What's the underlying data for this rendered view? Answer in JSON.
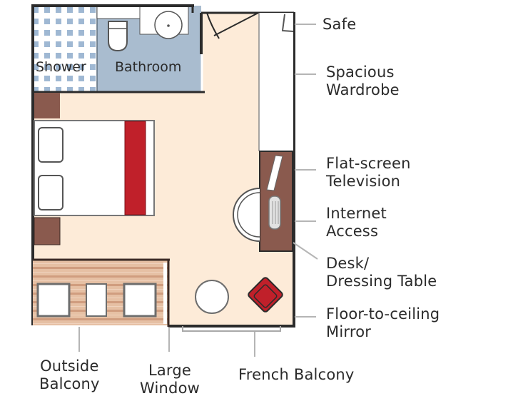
{
  "diagram": {
    "type": "cabin-floor-plan",
    "rooms": {
      "shower": "Shower",
      "bathroom": "Bathroom"
    },
    "callouts": {
      "safe": "Safe",
      "wardrobe": "Spacious\nWardrobe",
      "television": "Flat-screen\nTelevision",
      "internet": "Internet\nAccess",
      "desk": "Desk/\nDressing Table",
      "mirror": "Floor-to-ceiling\nMirror",
      "outside_balcony": "Outside\nBalcony",
      "large_window": "Large\nWindow",
      "french_balcony": "French Balcony"
    },
    "colors": {
      "floor": "#fdebd8",
      "bathroom": "#a9bccf",
      "shower_tile": "#9fb8d3",
      "wall": "#2b2b2b",
      "furniture_brown": "#8a5a4e",
      "bed_runner": "#c0202a",
      "balcony_deck": "#e2b89a",
      "leader_line": "#b5b5b5"
    }
  }
}
